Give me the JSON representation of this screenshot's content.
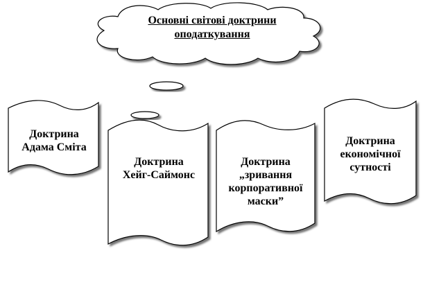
{
  "title": "Основні світові доктрини\nоподаткування",
  "doctrines": [
    {
      "label": "Доктрина\nАдама Сміта"
    },
    {
      "label": "Доктрина\nХейг-Саймонс"
    },
    {
      "label": "Доктрина\n„зривання\nкорпоративної\nмаски”"
    },
    {
      "label": "Доктрина\nекономічної\nсутності"
    }
  ],
  "colors": {
    "stroke": "#000000",
    "shadow": "#555555",
    "fill": "#ffffff"
  }
}
